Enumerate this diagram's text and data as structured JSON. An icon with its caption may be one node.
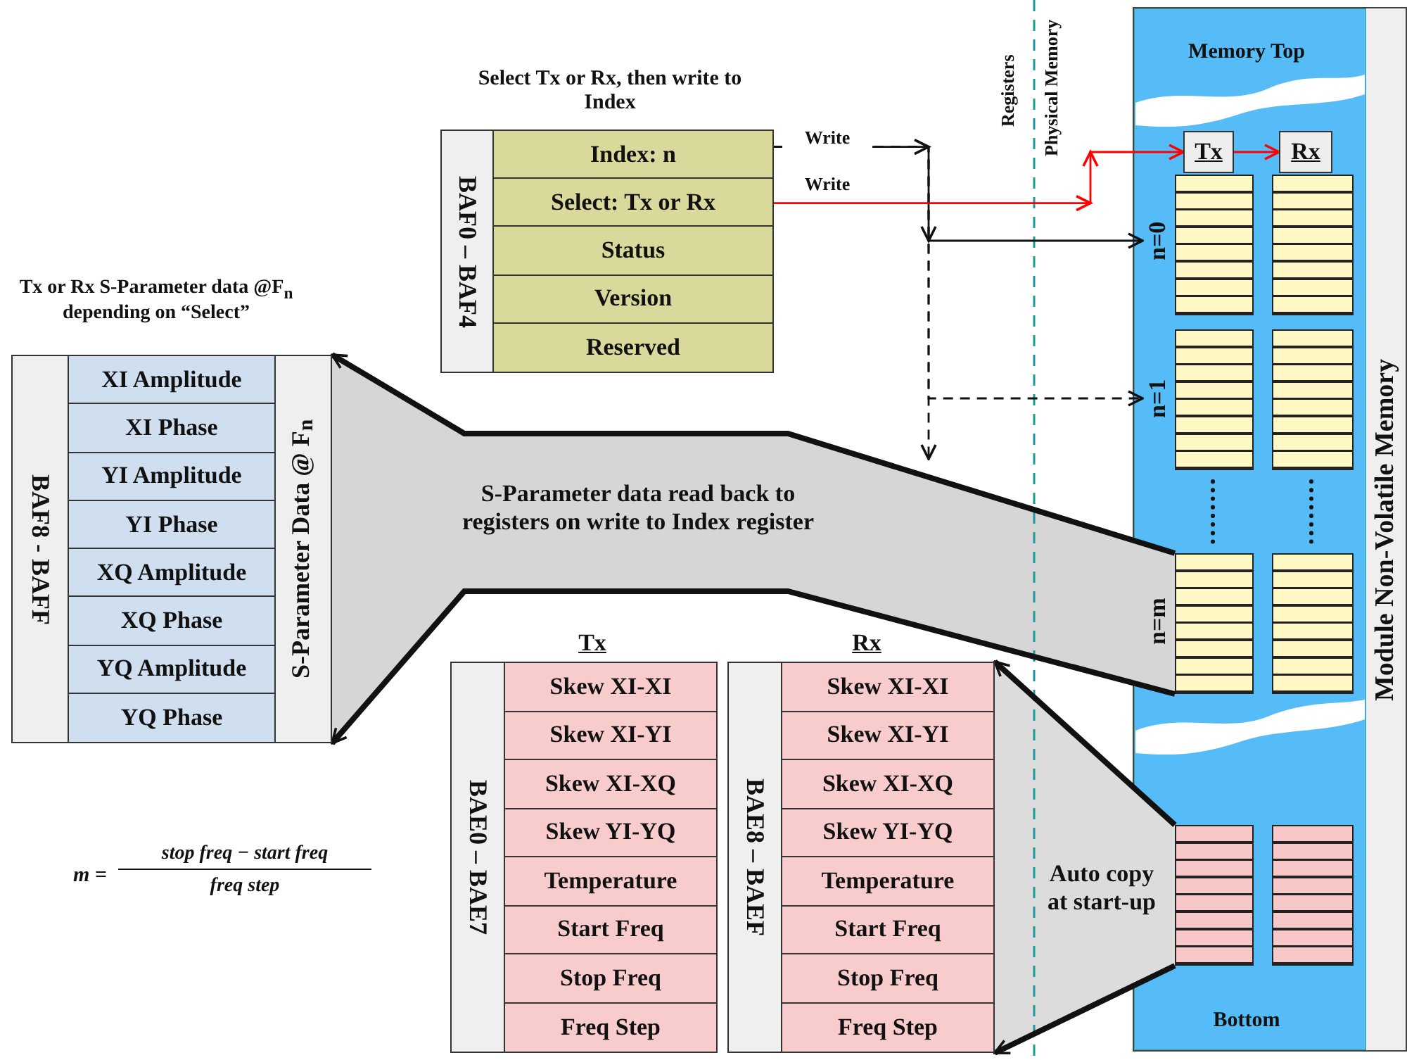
{
  "diagram": {
    "nodes": [
      {
        "text": [
          "Select Tx or Rx, then write to Index",
          "BAF0 – BAF4"
        ]
      },
      {
        "text": [
          "Index: n"
        ],
        "in": 0
      },
      {
        "text": [
          "Select: Tx or Rx"
        ],
        "in": 0
      },
      {
        "text": [
          "Status"
        ],
        "in": 0
      },
      {
        "text": [
          "Version"
        ],
        "in": 0
      },
      {
        "text": [
          "Reserved"
        ],
        "in": 0
      },
      {
        "text": [
          "Tx or Rx S-Parameter data @F$_{n}$ depending on “Select”",
          "BAF8 - BAFF",
          "S-Parameter Data @ F$_{n}$"
        ]
      },
      {
        "text": [
          "XI Amplitude"
        ],
        "in": 6
      },
      {
        "text": [
          "XI Phase"
        ],
        "in": 6
      },
      {
        "text": [
          "YI Amplitude"
        ],
        "in": 6
      },
      {
        "text": [
          "YI Phase"
        ],
        "in": 6
      },
      {
        "text": [
          "XQ Amplitude"
        ],
        "in": 6
      },
      {
        "text": [
          "XQ Phase"
        ],
        "in": 6
      },
      {
        "text": [
          "YQ Amplitude"
        ],
        "in": 6
      },
      {
        "text": [
          "YQ Phase"
        ],
        "in": 6
      },
      {
        "text": [
          "Memory Top",
          "Bottom",
          "Module Non-Volatile Memory"
        ]
      },
      {
        "text": [
          "Tx"
        ],
        "in": 15
      },
      {
        "text": [
          "Rx"
        ],
        "in": 15
      },
      {
        "text": [
          "n=0"
        ],
        "in": 15
      },
      {
        "text": [],
        "shape": "box",
        "in": 15
      },
      {
        "text": [],
        "shape": "box",
        "in": 15
      },
      {
        "text": [
          "n=1"
        ],
        "in": 15
      },
      {
        "text": [],
        "shape": "box",
        "in": 15
      },
      {
        "text": [],
        "shape": "box",
        "in": 15
      },
      {
        "text": [],
        "shape": "box",
        "in": 15,
        "beside": [
          "n=m"
        ]
      },
      {
        "text": [],
        "shape": "box",
        "in": 15
      },
      {
        "text": [],
        "shape": "box",
        "in": 15
      },
      {
        "text": [],
        "shape": "box",
        "in": 15
      },
      {
        "text": [
          "Tx",
          "BAE0 – BAE7"
        ]
      },
      {
        "text": [
          "Skew XI-XI"
        ],
        "in": 28
      },
      {
        "text": [
          "Skew XI-YI"
        ],
        "in": 28
      },
      {
        "text": [
          "Skew XI-XQ"
        ],
        "in": 28
      },
      {
        "text": [
          "Skew YI-YQ"
        ],
        "in": 28
      },
      {
        "text": [
          "Temperature"
        ],
        "in": 28
      },
      {
        "text": [
          "Start Freq"
        ],
        "in": 28
      },
      {
        "text": [
          "Stop Freq"
        ],
        "in": 28
      },
      {
        "text": [
          "Freq Step"
        ],
        "in": 28
      },
      {
        "text": [
          "Rx",
          "BAE8 – BAEF"
        ]
      },
      {
        "text": [
          "Skew XI-XI"
        ],
        "in": 37
      },
      {
        "text": [
          "Skew XI-YI"
        ],
        "in": 37
      },
      {
        "text": [
          "Skew XI-XQ"
        ],
        "in": 37
      },
      {
        "text": [
          "Skew YI-YQ"
        ],
        "in": 37
      },
      {
        "text": [
          "Temperature"
        ],
        "in": 37
      },
      {
        "text": [
          "Start Freq"
        ],
        "in": 37
      },
      {
        "text": [
          "Stop Freq"
        ],
        "in": 37
      },
      {
        "text": [
          "Freq Step"
        ],
        "in": 37
      }
    ],
    "edges": [
      {
        "from": 1,
        "to": 18,
        "arrow": "to",
        "label": "Write"
      },
      {
        "from": 1,
        "to": 21,
        "arrow": "to",
        "style": "dashed"
      },
      {
        "from": 1,
        "to": null,
        "arrow": "to",
        "style": "dashed"
      },
      {
        "from": 2,
        "to": 16,
        "arrow": "to",
        "label": "Write",
        "color": "#ff0000"
      },
      {
        "from": 16,
        "to": 17,
        "arrow": "to",
        "color": "#ff0000"
      },
      {
        "from": 24,
        "to": 6,
        "arrow": "to",
        "label": "S-Parameter data read back to registers on write to Index register",
        "style": "thick"
      },
      {
        "from": 24,
        "to": 6,
        "arrow": "to",
        "style": "thick"
      },
      {
        "from": 26,
        "to": 37,
        "arrow": "to",
        "label": "Auto copy at start-up",
        "style": "thick"
      },
      {
        "from": 26,
        "to": 37,
        "arrow": "to",
        "style": "thick"
      }
    ],
    "labels": [
      "Registers",
      "Physical Memory",
      "m =",
      "stop freq − start freq",
      "freq step"
    ]
  }
}
